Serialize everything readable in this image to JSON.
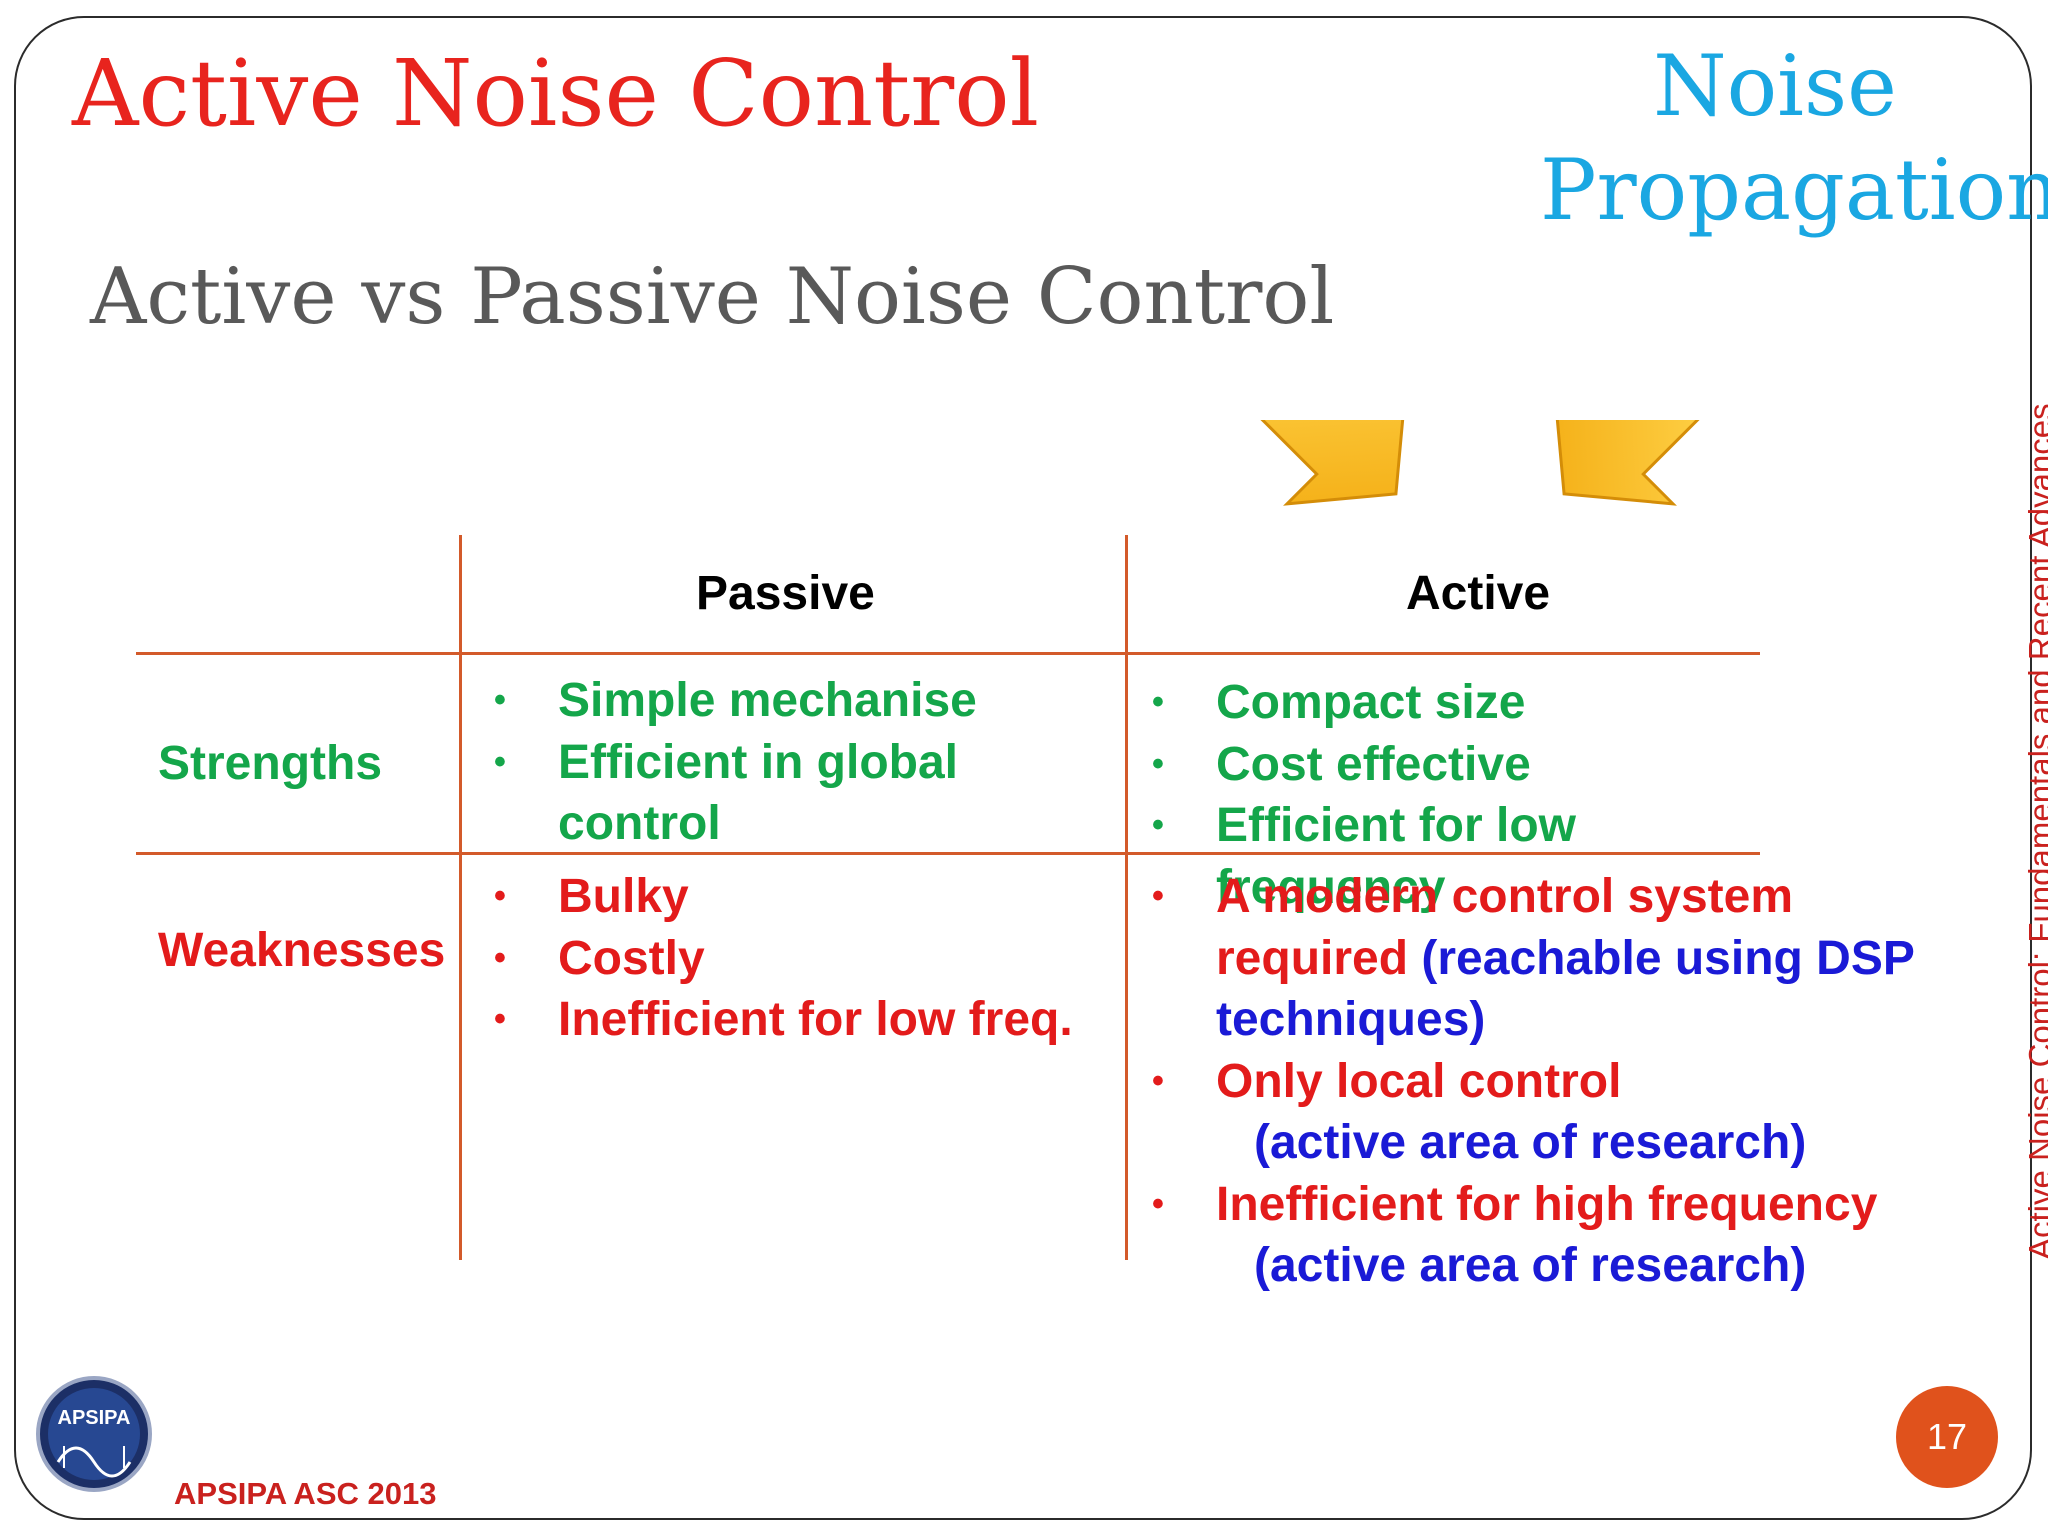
{
  "title": "Active Noise Control",
  "section": [
    "Noise",
    "Propagation"
  ],
  "subtitle": "Active vs Passive Noise Control",
  "vertical_text": "Active Noise Control: Fundamentals and Recent Advances",
  "table": {
    "headers": [
      "Passive",
      "Active"
    ],
    "rows": [
      {
        "label": "Strengths",
        "passive": [
          "Simple mechanise",
          "Efficient in global control"
        ],
        "active": [
          "Compact size",
          "Cost effective",
          "Efficient for low frequency"
        ]
      },
      {
        "label": "Weaknesses",
        "passive": [
          "Bulky",
          "Costly",
          "Inefficient for low freq."
        ],
        "active": [
          {
            "main": "A modern control system required",
            "note": "(reachable using DSP techniques)"
          },
          {
            "main": "Only local control",
            "note": "(active area of research)"
          },
          {
            "main": "Inefficient for high frequency",
            "note": "(active area of research)"
          }
        ]
      }
    ]
  },
  "logo_text": "APSIPA",
  "footer": "APSIPA ASC 2013",
  "page_number": "17",
  "colors": {
    "title": "#e8241e",
    "section": "#1aa7e2",
    "strength_text": "#14a64a",
    "weakness_text": "#e31b1b",
    "note_text": "#1a1ad6",
    "arrow": "#f6b81a",
    "page_badge": "#e0521c"
  },
  "icons": [
    "yellow-arrow-icon",
    "apsipa-logo"
  ]
}
